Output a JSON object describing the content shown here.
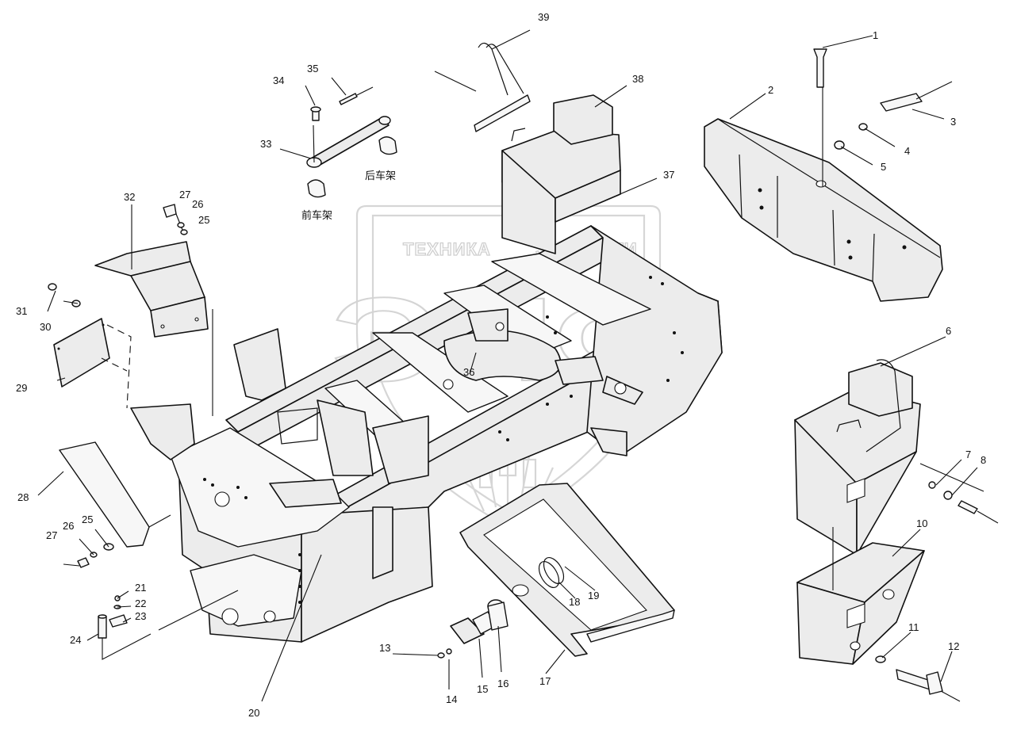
{
  "watermark": {
    "word_left": "ТЕХНИКА",
    "word_right": "ЗАПЧАСТИ",
    "monogram": "ЭПФ"
  },
  "annotations": {
    "rear_frame": "后车架",
    "front_frame": "前车架"
  },
  "callouts": [
    "1",
    "2",
    "3",
    "4",
    "5",
    "6",
    "7",
    "8",
    "10",
    "11",
    "12",
    "13",
    "14",
    "15",
    "16",
    "17",
    "18",
    "19",
    "20",
    "21",
    "22",
    "23",
    "24",
    "25",
    "26",
    "27",
    "28",
    "29",
    "30",
    "31",
    "32",
    "33",
    "34",
    "35",
    "36",
    "37",
    "38",
    "39"
  ],
  "callouts_dup": {
    "c25b": "25",
    "c26b": "26",
    "c27b": "27"
  }
}
